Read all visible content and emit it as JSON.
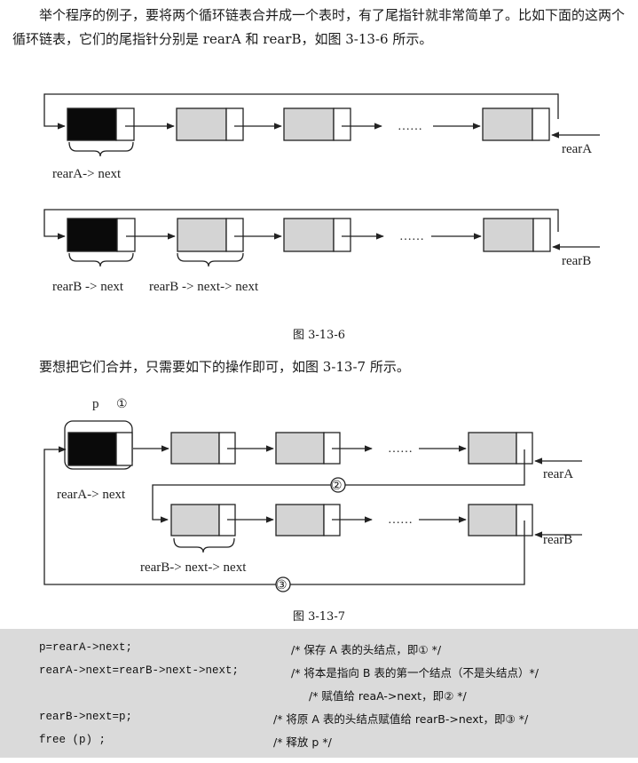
{
  "text": {
    "para1": "举个程序的例子，要将两个循环链表合并成一个表时，有了尾指针就非常简单了。比如下面的这两个循环链表，它们的尾指针分别是 rearA 和 rearB，如图 3-13-6 所示。",
    "para2": "要想把它们合并，只需要如下的操作即可，如图 3-13-7 所示。"
  },
  "figures": {
    "fig1": {
      "caption": "图 3-13-6",
      "ellipsis": "……",
      "rearA": "rearA",
      "rearB": "rearB",
      "rearA_next": "rearA-> next",
      "rearB_next": "rearB -> next",
      "rearB_next_next": "rearB -> next-> next"
    },
    "fig2": {
      "caption": "图 3-13-7",
      "p_label": "p",
      "circle1": "①",
      "circle2": "②",
      "circle3": "③",
      "ellipsis": "……",
      "rearA": "rearA",
      "rearB": "rearB",
      "rearA_next": "rearA-> next",
      "rearB_next_next": "rearB-> next-> next"
    }
  },
  "code": [
    {
      "stmt": "p=rearA->next;",
      "comment": "/* 保存 A 表的头结点，即① */"
    },
    {
      "stmt": "rearA->next=rearB->next->next;",
      "comment": "/* 将本是指向 B 表的第一个结点（不是头结点）*/"
    },
    {
      "stmt": "",
      "comment": "/* 赋值给 reaA->next，即② */"
    },
    {
      "stmt": "rearB->next=p;",
      "comment": "/* 将原 A 表的头结点赋值给 rearB->next，即③ */"
    },
    {
      "stmt": "free (p) ;",
      "comment": "/* 释放 p */"
    }
  ],
  "colors": {
    "node_fill": "#d4d4d4",
    "head_fill": "#0a0a0a",
    "code_bg": "#dadada"
  }
}
